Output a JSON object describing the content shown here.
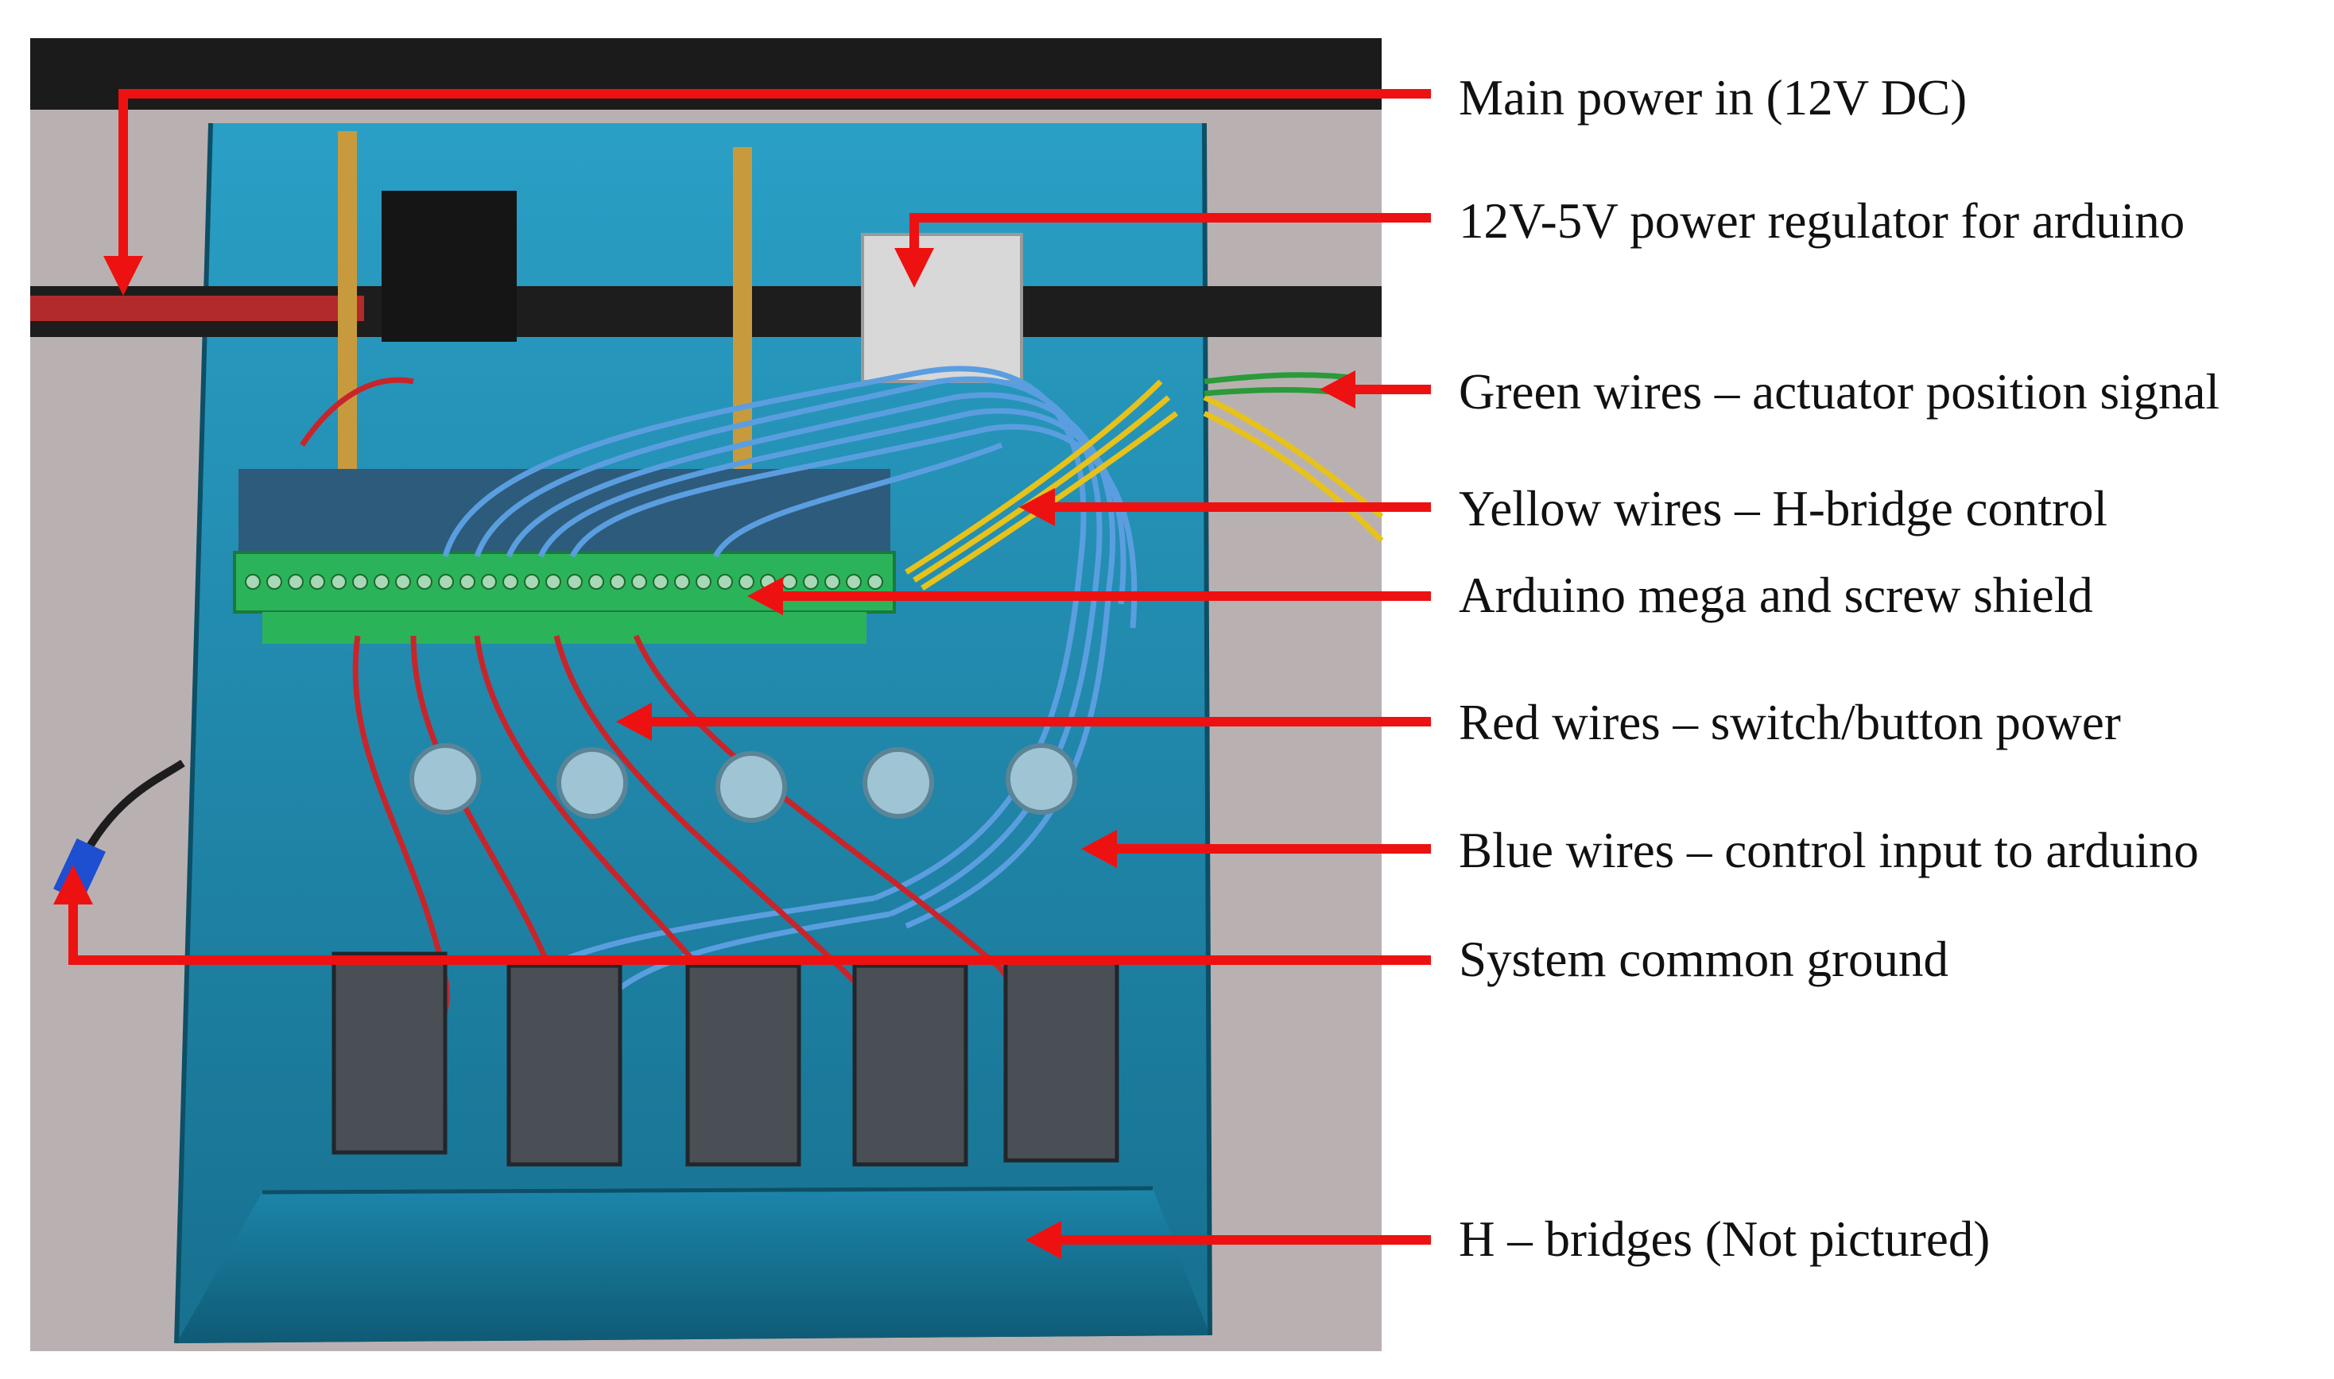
{
  "annotations": [
    {
      "id": "main-power",
      "text": "Main power in (12V DC)"
    },
    {
      "id": "power-regulator",
      "text": "12V-5V power regulator for arduino"
    },
    {
      "id": "green-wires",
      "text": "Green wires – actuator position signal"
    },
    {
      "id": "yellow-wires",
      "text": "Yellow wires – H-bridge control"
    },
    {
      "id": "arduino-mega",
      "text": "Arduino mega and screw shield"
    },
    {
      "id": "red-wires",
      "text": "Red wires –  switch/button power"
    },
    {
      "id": "blue-wires",
      "text": "Blue wires – control input to arduino"
    },
    {
      "id": "common-ground",
      "text": "System common ground"
    },
    {
      "id": "h-bridges",
      "text": "H – bridges  (Not pictured)"
    }
  ],
  "colors": {
    "arrow": "#ee1111",
    "enclosure": "#1f8cb0",
    "terminal_strip": "#2bb35a",
    "wire_red": "#c8252b",
    "wire_blue": "#5a9ee0",
    "wire_yellow": "#e7c21a",
    "wire_green": "#2a9a3a"
  }
}
